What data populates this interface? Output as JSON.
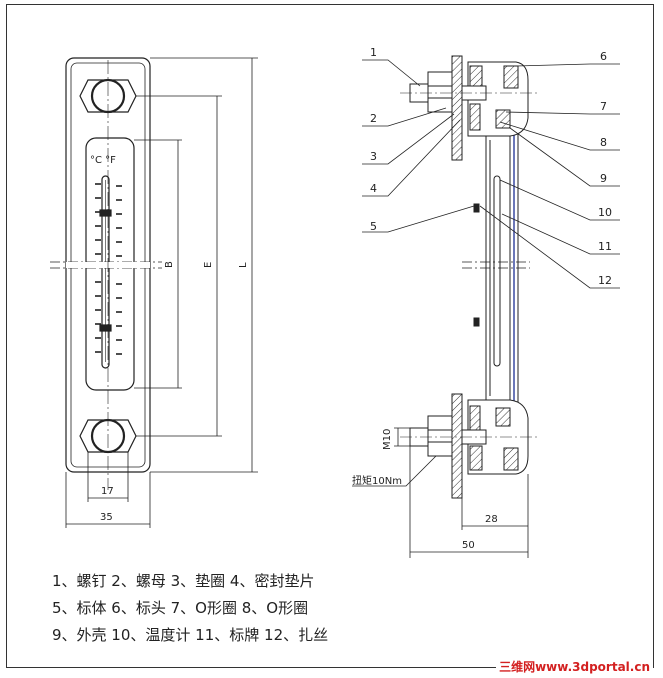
{
  "front_view": {
    "scale_units": "°C  °F",
    "dim_b": "B",
    "dim_e": "E",
    "dim_l": "L",
    "dim_17": "17",
    "dim_35": "35"
  },
  "side_view": {
    "callouts_left": [
      "1",
      "2",
      "3",
      "4",
      "5"
    ],
    "callouts_right": [
      "6",
      "7",
      "8",
      "9",
      "10",
      "11",
      "12"
    ],
    "dim_m10": "M10",
    "torque": "扭矩10Nm",
    "dim_28": "28",
    "dim_50": "50"
  },
  "legend": {
    "line1": "1、螺钉 2、螺母 3、垫圈 4、密封垫片",
    "line2": "5、标体 6、标头 7、O形圈 8、O形圈",
    "line3": "9、外壳 10、温度计 11、标牌 12、扎丝"
  },
  "watermark": "三维网www.3dportal.cn",
  "colors": {
    "line": "#222222",
    "seal_fill": "#d8d8d8",
    "accent_blue": "#3a4aa0",
    "watermark": "#d32020"
  }
}
